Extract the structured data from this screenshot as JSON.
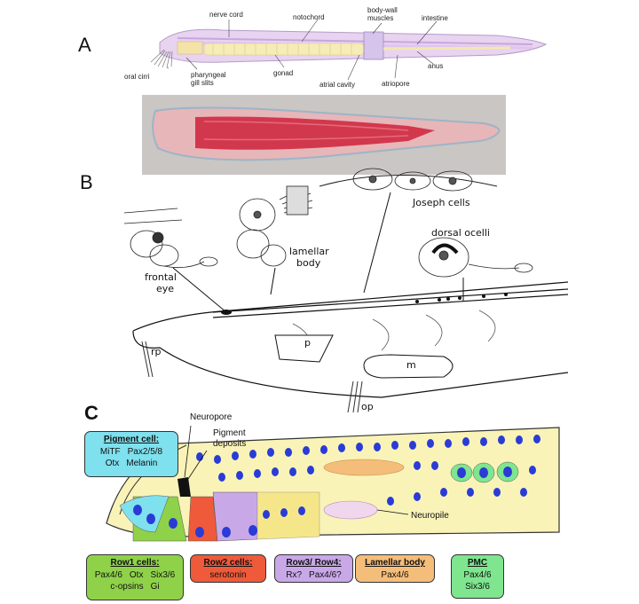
{
  "panelA": {
    "letter": "A",
    "labels": {
      "nerve_cord": "nerve cord",
      "notochord": "notochord",
      "body_wall": "body-wall",
      "muscles": "muscles",
      "intestine": "intestine",
      "oral_cirri": "oral cirri",
      "pharyngeal": "pharyngeal",
      "gill_slits": "gill slits",
      "gonad": "gonad",
      "atrial_cavity": "atrial cavity",
      "atriopore": "atriopore",
      "anus": "anus"
    }
  },
  "panelB": {
    "letter": "B",
    "labels": {
      "joseph_cells": "Joseph cells",
      "dorsal_ocelli": "dorsal ocelli",
      "lamellar": "lamellar",
      "body": "body",
      "frontal": "frontal",
      "eye": "eye",
      "rp": "rp",
      "p": "p",
      "m": "m",
      "op": "op"
    }
  },
  "panelC": {
    "letter": "C",
    "labels": {
      "neuropore": "Neuropore",
      "pigment": "Pigment",
      "deposits": "deposits",
      "neuropile": "Neuropile"
    },
    "boxes": {
      "pigment_cell": {
        "title": "Pigment cell:",
        "row1a": "MiTF",
        "row1b": "Pax2/5/8",
        "row2a": "Otx",
        "row2b": "Melanin",
        "color": "#7fe0ee"
      },
      "row1": {
        "title": "Row1 cells:",
        "row1a": "Pax4/6",
        "row1b": "Otx",
        "row1c": "Six3/6",
        "row2a": "c-opsins",
        "row2b": "Gi",
        "color": "#8fd24a"
      },
      "row2": {
        "title": "Row2 cells:",
        "row1a": "serotonin",
        "color": "#ef5a3a"
      },
      "row34": {
        "title": "Row3/ Row4:",
        "row1a": "Rx?",
        "row1b": "Pax4/6?",
        "color": "#c9a8e8"
      },
      "lamellar": {
        "title": "Lamellar body",
        "row1a": "Pax4/6",
        "color": "#f5bd7a"
      },
      "pmc": {
        "title": "PMC",
        "row1a": "Pax4/6",
        "row2a": "Six3/6",
        "color": "#7fe58f"
      }
    }
  }
}
